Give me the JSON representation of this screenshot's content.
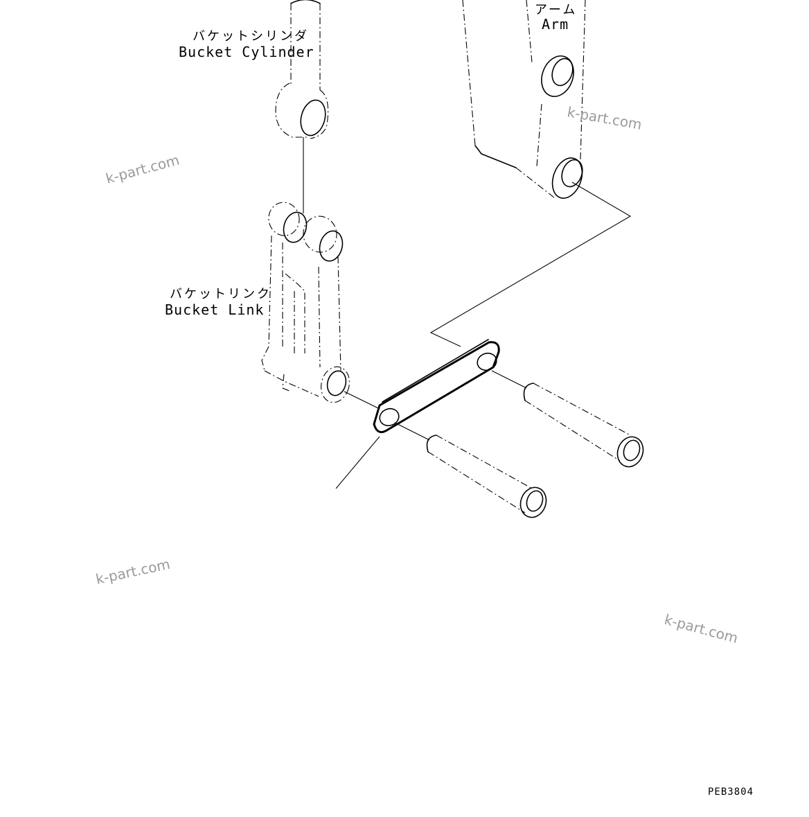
{
  "labels": {
    "arm_jp": "アーム",
    "arm_en": "Arm",
    "cylinder_jp": "バケットシリンダ",
    "cylinder_en": "Bucket Cylinder",
    "link_jp": "バケットリンク",
    "link_en": "Bucket Link"
  },
  "watermarks": [
    "k-part.com",
    "k-part.com",
    "k-part.com",
    "k-part.com"
  ],
  "drawing_code": "PEB3804"
}
